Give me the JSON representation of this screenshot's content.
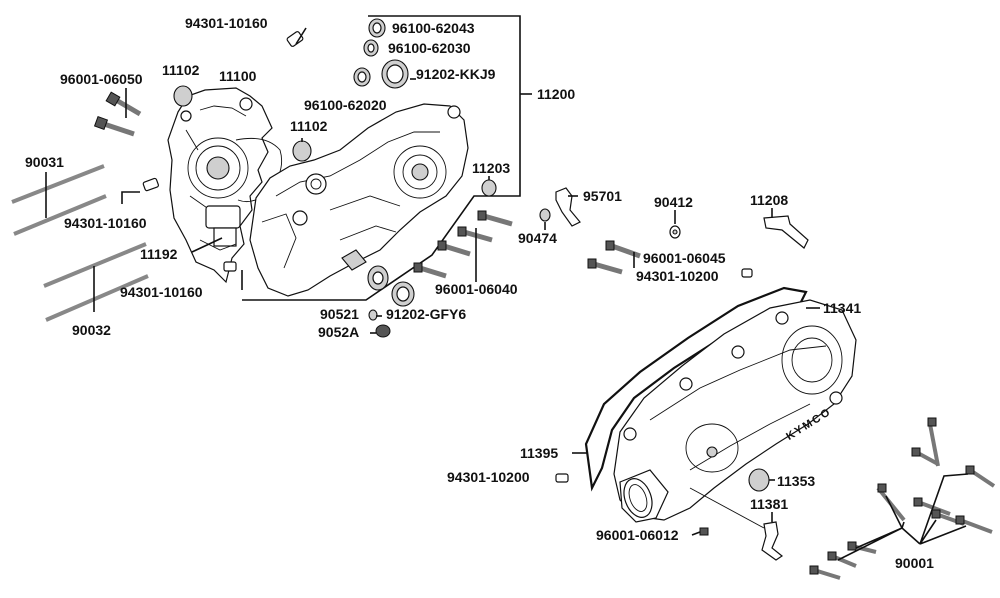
{
  "diagram": {
    "labels": {
      "p94301_10160_top": "94301-10160",
      "p96100_62043": "96100-62043",
      "p96100_62030": "96100-62030",
      "p91202_KKJ9": "91202-KKJ9",
      "p96001_06050": "96001-06050",
      "p11102_left": "11102",
      "p11100": "11100",
      "p96100_62020": "96100-62020",
      "p11200": "11200",
      "p11102_mid": "11102",
      "p90031": "90031",
      "p11203": "11203",
      "p95701": "95701",
      "p90412": "90412",
      "p11208": "11208",
      "p94301_10160_mid": "94301-10160",
      "p90474": "90474",
      "p11192": "11192",
      "p96001_06045": "96001-06045",
      "p94301_10200_top": "94301-10200",
      "p94301_10160_low": "94301-10160",
      "p96001_06040": "96001-06040",
      "p11341": "11341",
      "p90521": "90521",
      "p91202_GFY6": "91202-GFY6",
      "p9052A": "9052A",
      "p90032": "90032",
      "p11395": "11395",
      "p94301_10200_low": "94301-10200",
      "p11353": "11353",
      "p11381": "11381",
      "p96001_06012": "96001-06012",
      "p90001": "90001"
    },
    "cover_logo": "KYMCO"
  }
}
